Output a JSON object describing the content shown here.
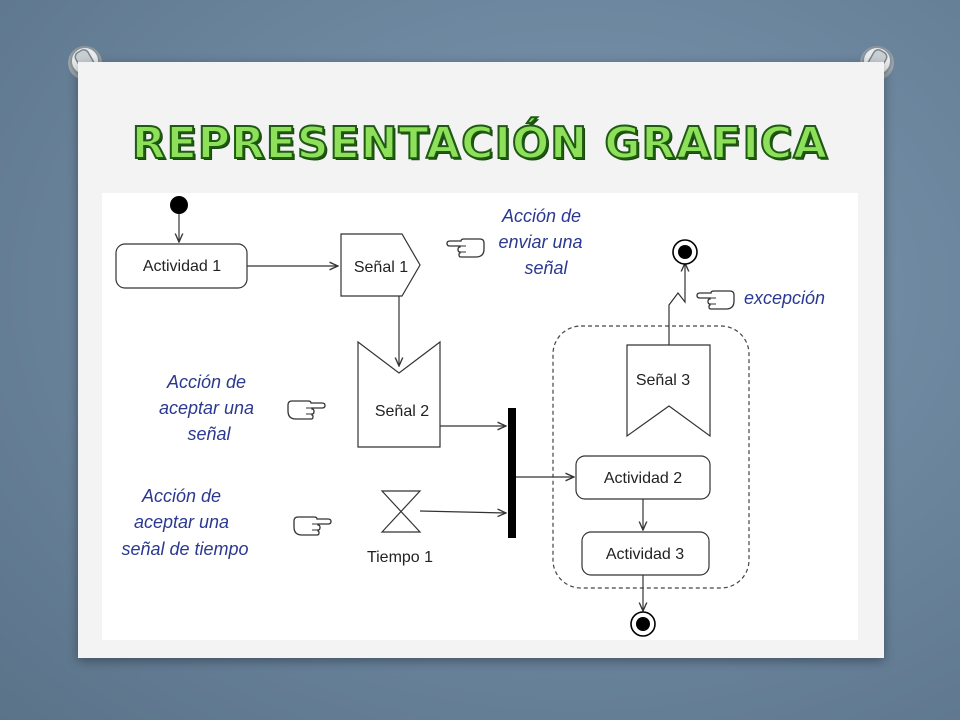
{
  "slide": {
    "title": "REPRESENTACIÓN GRAFICA"
  },
  "diagram": {
    "nodes": {
      "actividad1": "Actividad 1",
      "senal1": "Señal 1",
      "senal2": "Señal 2",
      "senal3": "Señal 3",
      "tiempo1": "Tiempo 1",
      "actividad2": "Actividad 2",
      "actividad3": "Actividad 3"
    },
    "annotations": {
      "enviar": [
        "Acción de",
        "enviar una",
        "señal"
      ],
      "aceptar": [
        "Acción de",
        "aceptar una",
        "señal"
      ],
      "tiempo": [
        "Acción de",
        "aceptar una",
        "señal de tiempo"
      ],
      "excepcion": "excepción"
    },
    "colors": {
      "annotation_text": "#2b3990",
      "node_stroke": "#333333",
      "title_fill": "#8ee05a",
      "title_stroke": "#1e5a12"
    },
    "icons": [
      "pointing-hand-icon"
    ]
  }
}
